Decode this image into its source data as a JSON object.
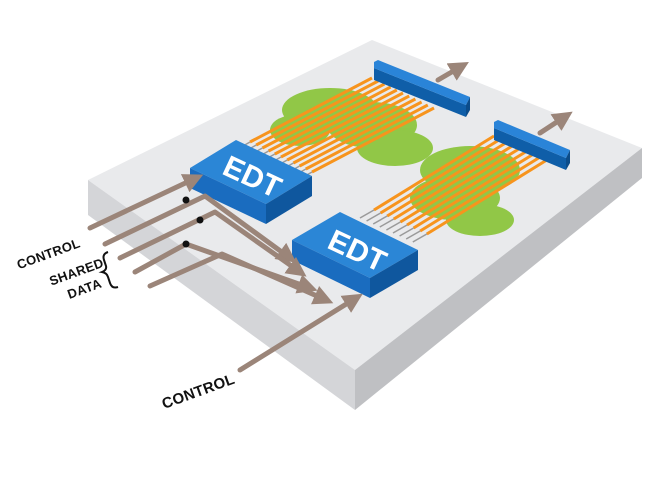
{
  "blocks": {
    "edt_top_label": "EDT",
    "edt_bottom_label": "EDT"
  },
  "labels": {
    "control_top": "CONTROL",
    "shared_data_line1": "SHARED",
    "shared_data_line2": "DATA",
    "control_bottom": "CONTROL"
  },
  "colors": {
    "board_top": "#e8e9eb",
    "board_side": "#c9cacd",
    "block_blue": "#1a73c7",
    "wire_orange": "#f7941d",
    "cloud_green": "#8dc63f",
    "arrow_brown": "#9b8579"
  }
}
